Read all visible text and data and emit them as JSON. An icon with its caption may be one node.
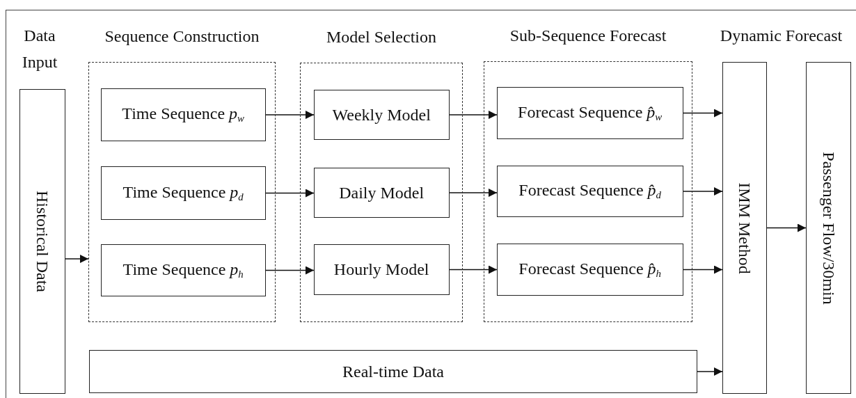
{
  "diagram": {
    "nodes": [
      {
        "text": [
          "Historical Data"
        ]
      },
      {
        "text": [
          "Sequence Construction"
        ]
      },
      {
        "text": [
          "Time Sequence *p*$_{w}$"
        ],
        "in": 1
      },
      {
        "text": [
          "Time Sequence *p*$_{d}$"
        ],
        "in": 1
      },
      {
        "text": [
          "Time Sequence *p*$_{h}$"
        ],
        "in": 1
      },
      {
        "text": [
          "Model Selection"
        ]
      },
      {
        "text": [
          "Weekly Model"
        ],
        "in": 5
      },
      {
        "text": [
          "Daily Model"
        ],
        "in": 5
      },
      {
        "text": [
          "Hourly Model"
        ],
        "in": 5
      },
      {
        "text": [
          "Sub-Sequence Forecast"
        ]
      },
      {
        "text": [
          "Forecast Sequence *p̂*$_{w}$"
        ],
        "in": 9
      },
      {
        "text": [
          "Forecast Sequence *p̂*$_{d}$"
        ],
        "in": 9
      },
      {
        "text": [
          "Forecast Sequence *p̂*$_{h}$"
        ],
        "in": 9
      },
      {
        "text": [
          "Real-time Data"
        ]
      },
      {
        "text": [
          "IMM Method"
        ]
      },
      {
        "text": [
          "Passenger Flow/30min"
        ]
      }
    ],
    "edges": [
      {
        "from": 0,
        "to": 1,
        "arrow": "to"
      },
      {
        "from": 2,
        "to": 6,
        "arrow": "to"
      },
      {
        "from": 3,
        "to": 7,
        "arrow": "to"
      },
      {
        "from": 4,
        "to": 8,
        "arrow": "to"
      },
      {
        "from": 6,
        "to": 10,
        "arrow": "to"
      },
      {
        "from": 7,
        "to": 11,
        "arrow": "to"
      },
      {
        "from": 8,
        "to": 12,
        "arrow": "to"
      },
      {
        "from": 10,
        "to": 14,
        "arrow": "to"
      },
      {
        "from": 11,
        "to": 14,
        "arrow": "to"
      },
      {
        "from": 12,
        "to": 14,
        "arrow": "to"
      },
      {
        "from": 13,
        "to": 14,
        "arrow": "to"
      },
      {
        "from": 14,
        "to": 15,
        "arrow": "to"
      }
    ],
    "labels": [
      "Data Input",
      "Dynamic Forecast"
    ]
  }
}
